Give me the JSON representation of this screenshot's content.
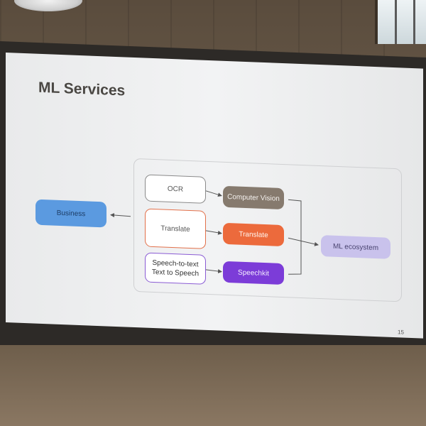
{
  "slide": {
    "title": "ML Services",
    "page_number": "15"
  },
  "nodes": {
    "business": "Business",
    "ocr": "OCR",
    "translate_input": "Translate",
    "speech_line1": "Speech-to-text",
    "speech_line2": "Text to Speech",
    "computer_vision": "Computer Vision",
    "translate_output": "Translate",
    "speechkit": "Speechkit",
    "ml_ecosystem": "ML ecosystem"
  },
  "colors": {
    "business": "#5b9ae0",
    "computer_vision": "#867a6e",
    "translate_output": "#ec6a3c",
    "speechkit": "#7c3cd8",
    "ml_ecosystem": "#c9c2ec",
    "translate_input_border": "#e2704a",
    "speech_input_border": "#8a5bd4"
  }
}
